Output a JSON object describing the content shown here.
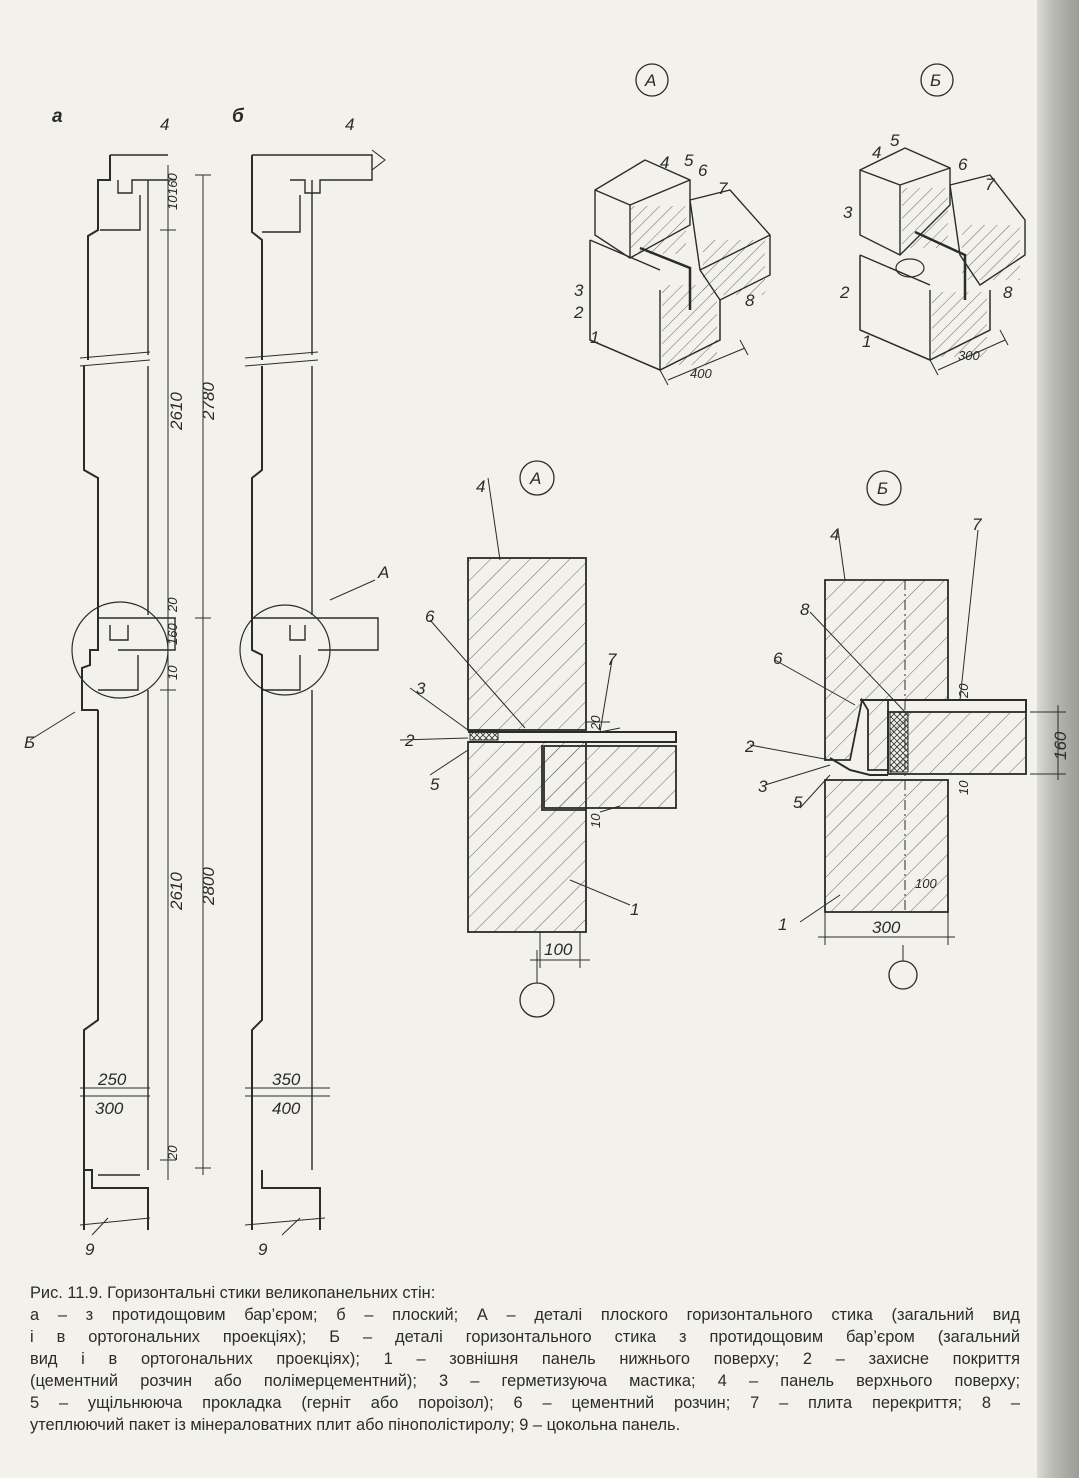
{
  "view_labels": {
    "a": "а",
    "b": "б"
  },
  "detail_markers": {
    "A": "А",
    "B": "Б"
  },
  "numbers": {
    "n1": "1",
    "n2": "2",
    "n3": "3",
    "n4": "4",
    "n5": "5",
    "n6": "6",
    "n7": "7",
    "n8": "8",
    "n9": "9"
  },
  "dimensions": {
    "d160": "160",
    "d10": "10",
    "d20": "20",
    "d2610": "2610",
    "d2780": "2780",
    "d2800": "2800",
    "d250": "250",
    "d300": "300",
    "d350": "350",
    "d400": "400",
    "d100": "100"
  },
  "caption": {
    "lines": [
      "Рис. 11.9. Горизонтальні стики великопанельних стін:",
      "а – з протидощовим бар’єром; б – плоский; А – деталі плоского горизонтального стика (загальний вид",
      "і в ортогональних проекціях); Б – деталі горизонтального стика з протидощовим бар’єром (загальний",
      "вид і в ортогональних проекціях); 1 – зовнішня панель нижнього поверху; 2 – захисне покриття",
      "(цементний розчин або полімерцементний); 3 – герметизуюча мастика; 4 – панель верхнього поверху;",
      "5 – ущільнююча прокладка (герніт або пороізол); 6 – цементний розчин; 7 – плита перекриття; 8 –",
      " утеплюючий пакет із мінераловатних плит або пінополістиролу; 9 – цокольна панель."
    ]
  },
  "colors": {
    "ink": "#2b2b2b",
    "paper": "#f2f1ec"
  }
}
